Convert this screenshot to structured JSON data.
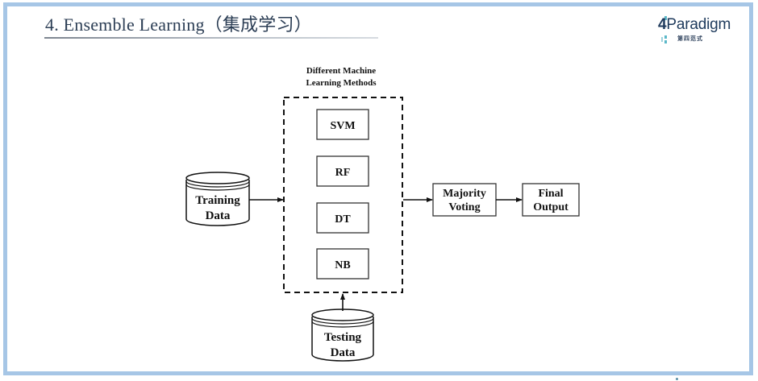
{
  "slide": {
    "title": "4. Ensemble Learning（集成学习）",
    "frame_color": "#a6c6e6",
    "title_color": "#2c3e55"
  },
  "logo": {
    "brand_number": "4",
    "brand_name": "Paradigm",
    "subtitle": "第四范式",
    "accent_color": "#5bb8c8"
  },
  "diagram": {
    "group_caption_line1": "Different Machine",
    "group_caption_line2": "Learning Methods",
    "methods": [
      {
        "label": "SVM"
      },
      {
        "label": "RF"
      },
      {
        "label": "DT"
      },
      {
        "label": "NB"
      }
    ],
    "training_data": {
      "line1": "Training",
      "line2": "Data"
    },
    "testing_data": {
      "line1": "Testing",
      "line2": "Data"
    },
    "majority_voting": {
      "line1": "Majority",
      "line2": "Voting"
    },
    "final_output": {
      "line1": "Final",
      "line2": "Output"
    },
    "edges": [
      {
        "from": "training-data",
        "to": "methods-group"
      },
      {
        "from": "testing-data",
        "to": "methods-group"
      },
      {
        "from": "methods-group",
        "to": "majority-voting"
      },
      {
        "from": "majority-voting",
        "to": "final-output"
      }
    ]
  }
}
